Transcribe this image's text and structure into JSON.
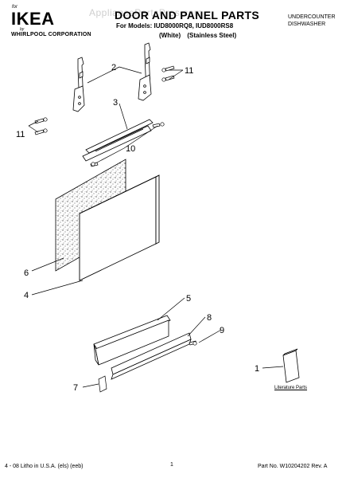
{
  "header": {
    "for": "for",
    "brand": "IKEA",
    "by": "by",
    "corp": "WHIRLPOOL CORPORATION",
    "title": "DOOR AND PANEL PARTS",
    "models": "For Models: IUD8000RQ8, IUD8000RS8",
    "variants": [
      "(White)",
      "(Stainless Steel)"
    ],
    "category_line1": "UNDERCOUNTER",
    "category_line2": "DISHWASHER",
    "watermark": "AppliancePartsPros.com"
  },
  "callouts": [
    "2",
    "11",
    "11",
    "3",
    "10",
    "6",
    "4",
    "5",
    "8",
    "9",
    "7",
    "1"
  ],
  "literature_label": "Literature Parts",
  "footer": {
    "left": "4 - 08 Litho in U.S.A. (els) (eeb)",
    "page": "1",
    "right": "Part No. W10204202 Rev. A"
  }
}
